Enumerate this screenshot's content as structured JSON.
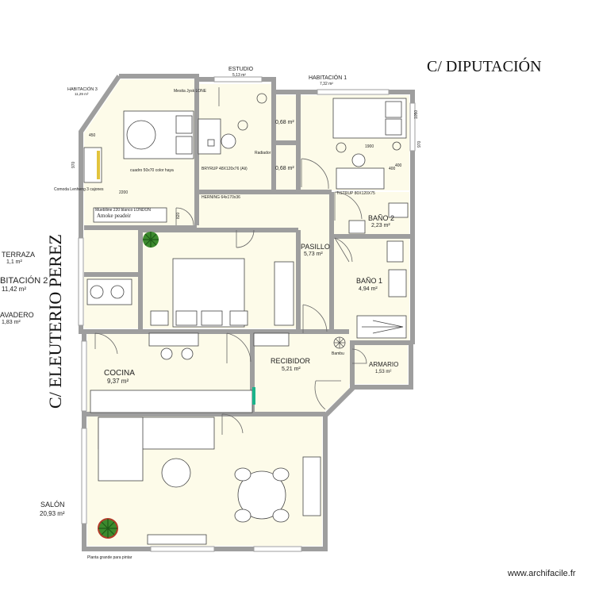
{
  "streets": {
    "north": "C/ DIPUTACIÓN",
    "west": "C/ ELEUTERIO PEREZ"
  },
  "rooms": {
    "estudio": {
      "name": "ESTUDIO",
      "area": "5,13 m²"
    },
    "habitacion1": {
      "name": "HABITACIÓN 1",
      "area": "7,32 m²"
    },
    "habitacion3": {
      "name": "HABITACIÓN 3",
      "area": "11,29 m²"
    },
    "terraza": {
      "name": "TERRAZA",
      "area": "1,1 m²"
    },
    "habitacion2": {
      "name": "BITACIÓN 2",
      "area": "11,42 m²"
    },
    "lavadero": {
      "name": "AVADERO",
      "area": "1,83 m²"
    },
    "pasillo": {
      "name": "PASILLO",
      "area": "5,73 m²"
    },
    "bano2": {
      "name": "BAÑO 2",
      "area": "2,23 m²"
    },
    "bano1": {
      "name": "BAÑO 1",
      "area": "4,94 m²"
    },
    "cocina": {
      "name": "COCINA",
      "area": "9,37 m²"
    },
    "recibidor": {
      "name": "RECIBIDOR",
      "area": "5,21 m²"
    },
    "armario": {
      "name": "ARMARIO",
      "area": "1,53 m²"
    },
    "salon": {
      "name": "SALÓN",
      "area": "20,93 m²"
    },
    "closet1": {
      "area": "0,68 m²"
    },
    "closet2": {
      "area": "0,68 m²"
    }
  },
  "annotations": {
    "mesita": "Mesita Jysk LONE",
    "cuadro": "cuadro 50x70 color haya",
    "brykrup": "BRYRUP 48X120x76 (Ali)",
    "radiador": "Radiador",
    "comoda": "Comoda Lenheng 3 cajones",
    "mueble": "Mueblline 220 blanco LONDON",
    "amoke": "Amoke peadeir",
    "herning": "HERNING 64x170x36",
    "tistrup": "TISTRUP 80X120X75",
    "bambu": "Bambu",
    "planta": "Planta grande para pintar",
    "dim_450": "450",
    "dim_970": "970",
    "dim_2200": "2200",
    "dim_1900": "1900",
    "dim_400a": "400",
    "dim_400b": "400",
    "dim_1050": "1050",
    "dim_970b": "970",
    "dim_820": "820"
  },
  "watermark": "www.archifacile.fr",
  "colors": {
    "wall": "#9e9e9e",
    "floor": "#fdfbe9",
    "furniture_line": "#444444",
    "plant": "#3c8a2e",
    "plant_pot": "#b23a2a",
    "teal": "#1ab38a"
  }
}
